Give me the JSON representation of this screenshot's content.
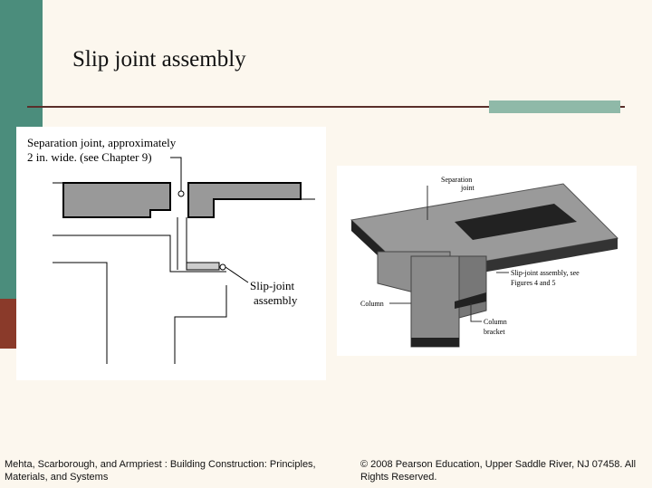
{
  "title": "Slip joint assembly",
  "figure1": {
    "label_sep": [
      "Separation joint, approximately",
      "2 in. wide. (see Chapter 9)"
    ],
    "label_slip": [
      "Slip-joint",
      "assembly"
    ]
  },
  "figure2": {
    "label_sep": [
      "Separation",
      "joint"
    ],
    "label_slip": [
      "Slip-joint assembly, see",
      "Figures 4 and 5"
    ],
    "label_column": "Column",
    "label_bracket": [
      "Column",
      "bracket"
    ]
  },
  "footer": {
    "left": "Mehta, Scarborough, and Armpriest : Building Construction: Principles, Materials, and Systems",
    "right": "© 2008 Pearson Education, Upper Saddle River, NJ 07458. All Rights Reserved."
  },
  "colors": {
    "accent": "#4b8d7c",
    "background": "#fcf7ee"
  }
}
